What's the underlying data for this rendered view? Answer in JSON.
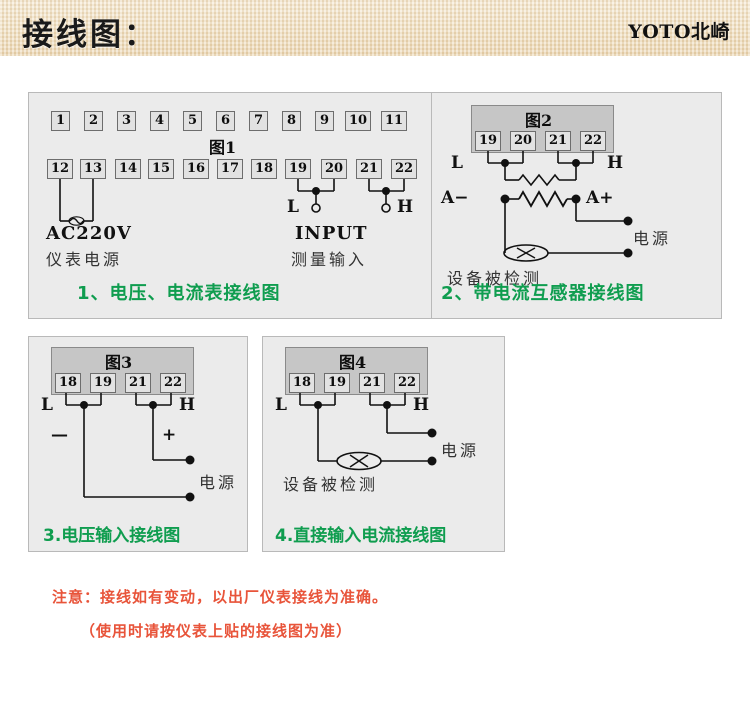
{
  "header": {
    "title": "接线图：",
    "brand": "YOTO北崎"
  },
  "panel1": {
    "fig_label": "图1",
    "terminals_row1": [
      "1",
      "2",
      "3",
      "4",
      "5",
      "6",
      "7",
      "8",
      "9",
      "10",
      "11"
    ],
    "terminals_row2": [
      "12",
      "13",
      "14",
      "15",
      "16",
      "17",
      "18",
      "19",
      "20",
      "21",
      "22"
    ],
    "mark_L": "L",
    "mark_H": "H",
    "power_en": "AC220V",
    "power_cn": "仪表电源",
    "input_en": "INPUT",
    "input_cn": "测量输入",
    "caption": "1、电压、电流表接线图"
  },
  "panel2": {
    "fig_label": "图2",
    "terminals": [
      "19",
      "20",
      "21",
      "22"
    ],
    "mark_L": "L",
    "mark_H": "H",
    "mark_a_minus": "A−",
    "mark_a_plus": "A+",
    "source_cn": "电源",
    "device_cn": "设备被检测",
    "caption": "2、带电流互感器接线图"
  },
  "panel3": {
    "fig_label": "图3",
    "terminals": [
      "18",
      "19",
      "21",
      "22"
    ],
    "mark_L": "L",
    "mark_H": "H",
    "mark_minus": "—",
    "mark_plus": "+",
    "source_cn": "电源",
    "caption": "3.电压输入接线图"
  },
  "panel4": {
    "fig_label": "图4",
    "terminals": [
      "18",
      "19",
      "21",
      "22"
    ],
    "mark_L": "L",
    "mark_H": "H",
    "source_cn": "电源",
    "device_cn": "设备被检测",
    "caption": "4.直接输入电流接线图"
  },
  "note": {
    "line1": "注意：接线如有变动，以出厂仪表接线为准确。",
    "line2": "（使用时请按仪表上贴的接线图为准）"
  },
  "colors": {
    "caption_green": "#0f9d4f",
    "note_red": "#e8543a",
    "panel_bg": "#ebebeb",
    "block_grey": "#c6c6c6",
    "banner_beige": "#f0dfc0"
  }
}
